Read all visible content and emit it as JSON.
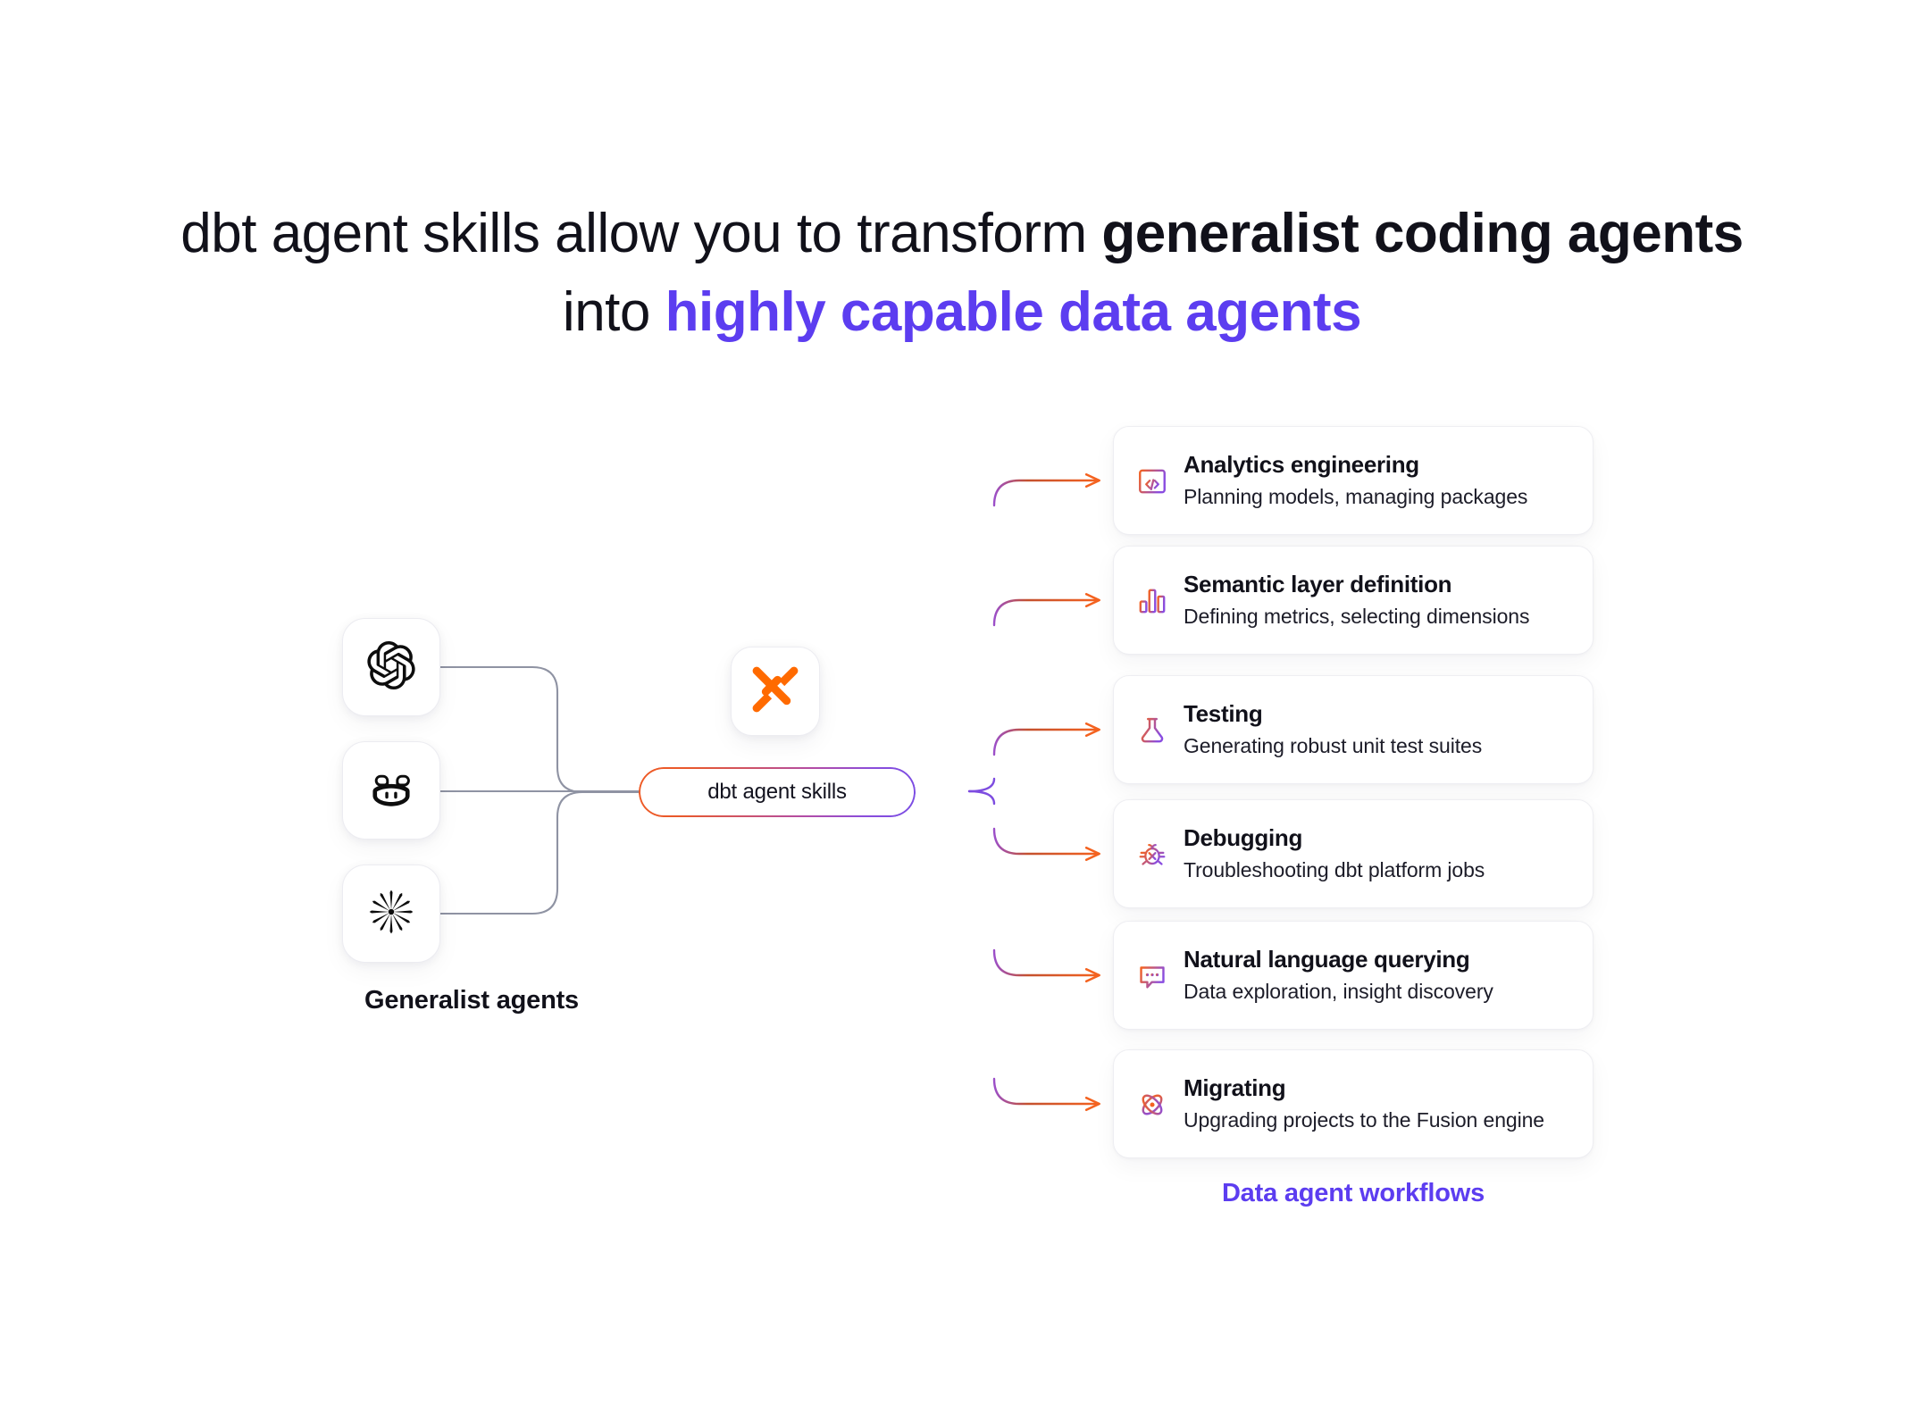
{
  "headline": {
    "line1_plain": "dbt agent skills allow you to transform ",
    "line1_bold": "generalist coding agents",
    "line2_plain": "into ",
    "line2_accent": "highly capable data agents"
  },
  "colors": {
    "accent_purple": "#5C3DF0",
    "accent_orange": "#F4621F",
    "gradient_start": "#EF5B25",
    "gradient_end": "#7A4DE4",
    "wire_gray": "#8f93a3",
    "text_dark": "#11111A"
  },
  "left": {
    "label": "Generalist agents",
    "agents": [
      {
        "name": "openai",
        "icon": "openai-logo-icon"
      },
      {
        "name": "github-copilot",
        "icon": "copilot-logo-icon"
      },
      {
        "name": "claude",
        "icon": "claude-starburst-icon"
      }
    ]
  },
  "center": {
    "logo_icon": "dbt-logo-icon",
    "pill_label": "dbt agent skills"
  },
  "right": {
    "label": "Data agent workflows",
    "cards": [
      {
        "icon": "code-window-icon",
        "title": "Analytics engineering",
        "subtitle": "Planning models, managing packages"
      },
      {
        "icon": "bar-chart-icon",
        "title": "Semantic layer definition",
        "subtitle": "Defining metrics, selecting dimensions"
      },
      {
        "icon": "flask-icon",
        "title": "Testing",
        "subtitle": "Generating robust unit test suites"
      },
      {
        "icon": "bug-icon",
        "title": "Debugging",
        "subtitle": "Troubleshooting dbt platform jobs"
      },
      {
        "icon": "chat-bubble-icon",
        "title": "Natural language querying",
        "subtitle": "Data exploration, insight discovery"
      },
      {
        "icon": "atom-icon",
        "title": "Migrating",
        "subtitle": "Upgrading projects to the Fusion engine"
      }
    ]
  }
}
